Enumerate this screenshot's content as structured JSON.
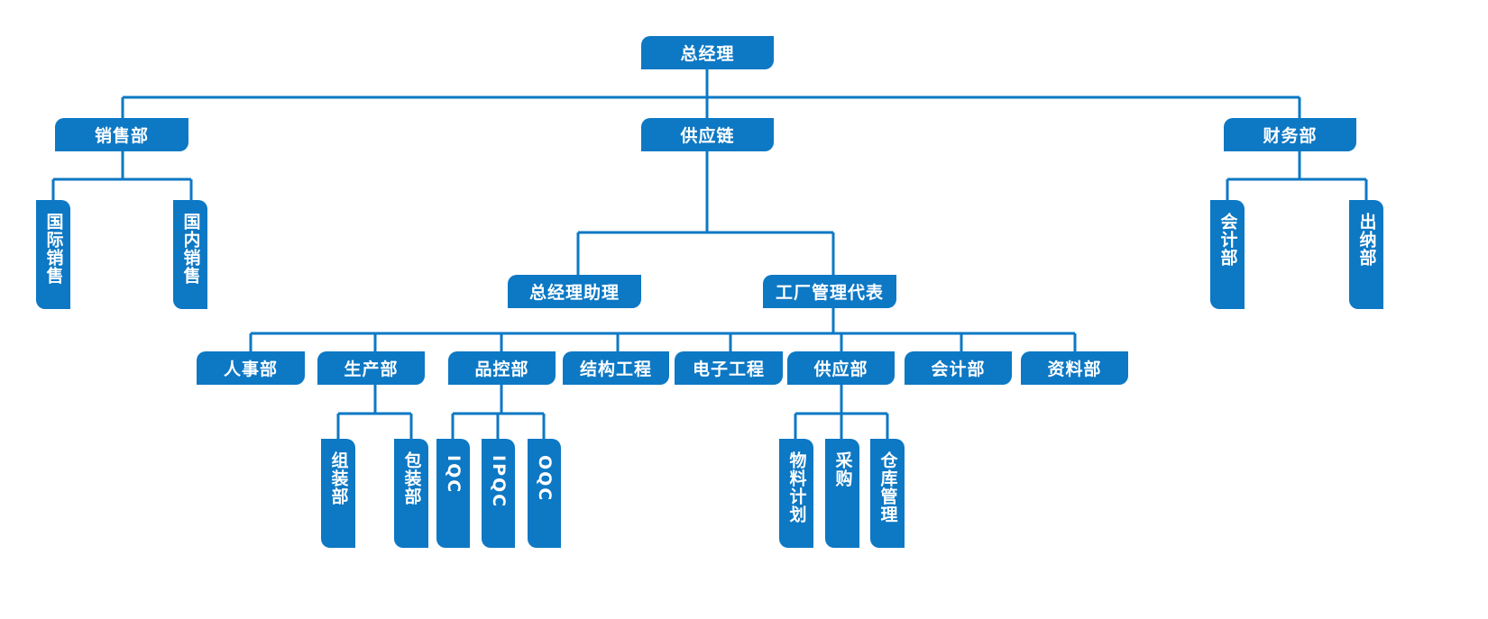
{
  "org": {
    "ceo": "总经理",
    "sales": "销售部",
    "supply_chain": "供应链",
    "finance": "财务部",
    "intl_sales": "国际销售",
    "domestic_sales": "国内销售",
    "accounting": "会计部",
    "cashier": "出纳部",
    "gm_assistant": "总经理助理",
    "factory_rep": "工厂管理代表",
    "hr": "人事部",
    "production": "生产部",
    "quality": "品控部",
    "structural_eng": "结构工程",
    "electronic_eng": "电子工程",
    "supply_dept": "供应部",
    "factory_accounting": "会计部",
    "documentation": "资料部",
    "assembly": "组装部",
    "packaging": "包装部",
    "iqc": "IQC",
    "ipqc": "IPQC",
    "oqc": "OQC",
    "material_planning": "物料计划",
    "purchasing": "采购",
    "warehouse": "仓库管理"
  },
  "colors": {
    "node": "#0d78c4",
    "line": "#0d78c4",
    "text": "#ffffff"
  }
}
